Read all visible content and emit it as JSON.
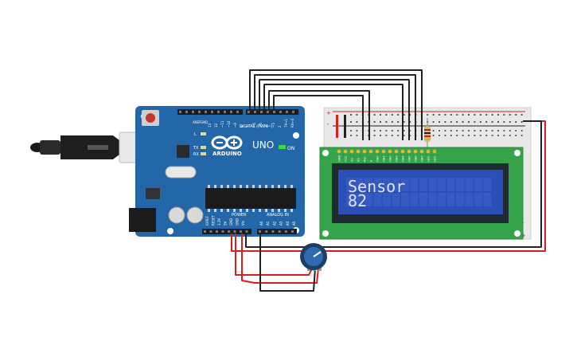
{
  "board": {
    "brand": "ARDUINO",
    "model": "UNO",
    "on_label": "ON",
    "tx_label": "TX",
    "rx_label": "RX",
    "l_label": "L",
    "digital_label": "DIGITAL (PWM~)",
    "power_label": "POWER",
    "analog_label": "ANALOG IN",
    "aref": "AREF",
    "gnd": "GND",
    "digital_pins": [
      "13",
      "12",
      "~11",
      "~10",
      "~9",
      "8",
      "7",
      "~6",
      "~5",
      "4",
      "~3",
      "2",
      "TX→1",
      "RX←0"
    ],
    "power_pins": [
      "IOREF",
      "RESET",
      "3.3V",
      "5V",
      "GND",
      "GND",
      "Vin"
    ],
    "analog_pins": [
      "A0",
      "A1",
      "A2",
      "A3",
      "A4",
      "A5"
    ]
  },
  "lcd": {
    "line1": "Sensor",
    "line2": "82",
    "pin_labels": [
      "GND",
      "VCC",
      "V0",
      "RS",
      "RW",
      "E",
      "DB0",
      "DB1",
      "DB2",
      "DB3",
      "DB4",
      "DB5",
      "DB6",
      "DB7",
      "LED",
      "LED"
    ]
  },
  "breadboard": {
    "plus": "+",
    "minus": "-"
  },
  "colors": {
    "board": "#2467a8",
    "lcd_pcb": "#35a34a",
    "lcd_screen": "#2b4fb8",
    "wire_red": "#d62020",
    "wire_black": "#222222",
    "breadboard": "#e8e8e8"
  }
}
